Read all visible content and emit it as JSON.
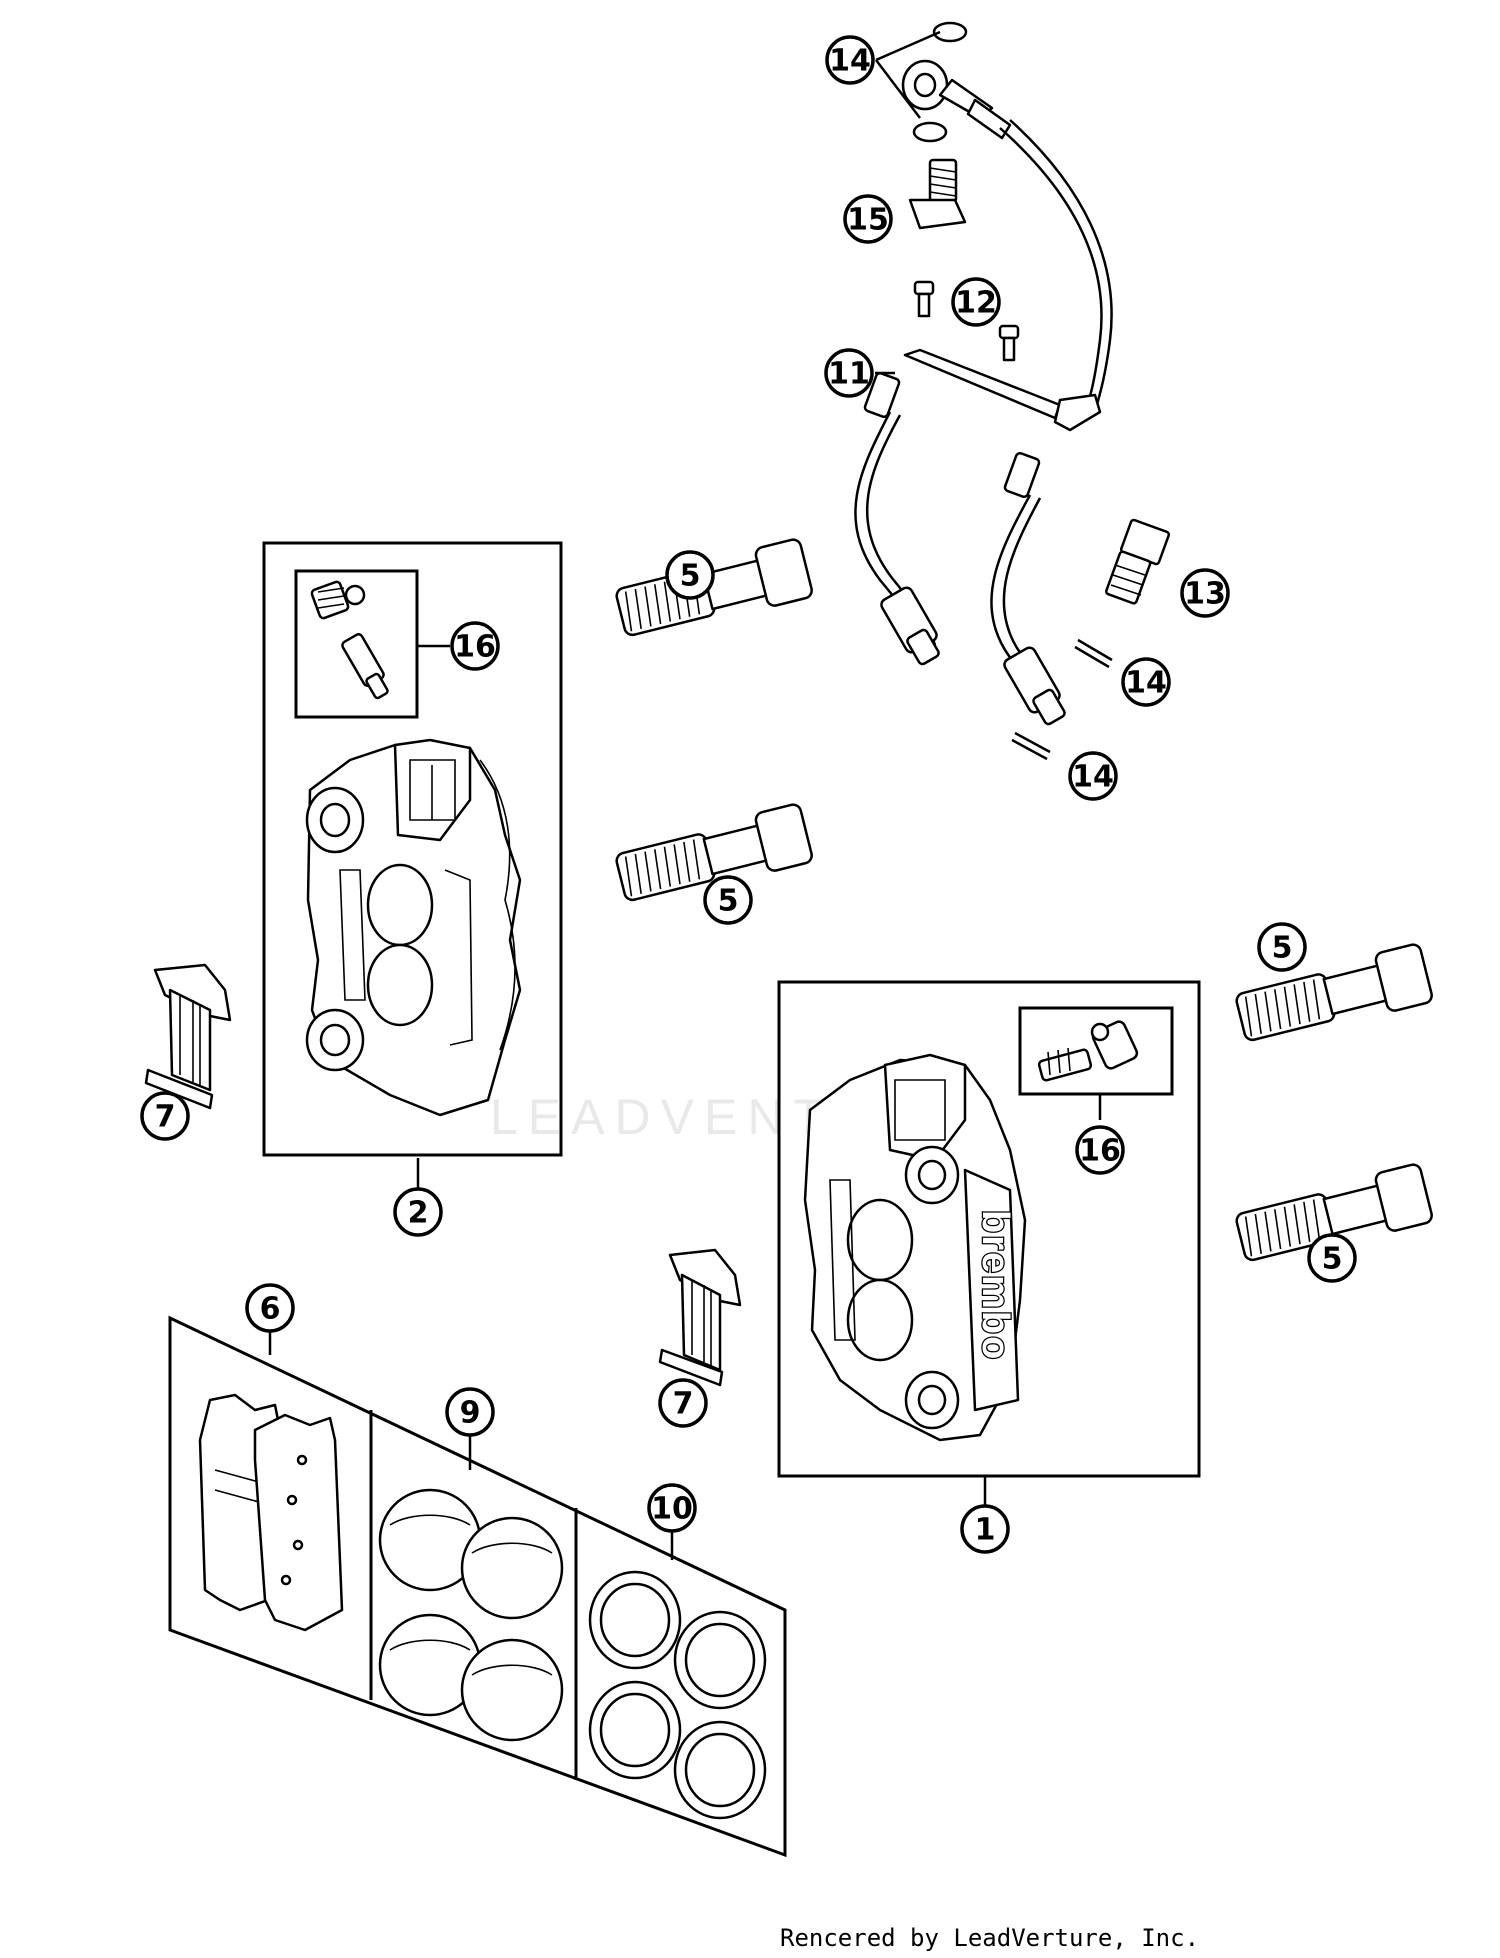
{
  "diagram": {
    "callouts": {
      "c14a": "14",
      "c15": "15",
      "c12": "12",
      "c11": "11",
      "c13": "13",
      "c14b": "14",
      "c14c": "14",
      "c16a": "16",
      "c5a": "5",
      "c5b": "5",
      "c5c": "5",
      "c5d": "5",
      "c16b": "16",
      "c7a": "7",
      "c2": "2",
      "c6": "6",
      "c9": "9",
      "c10": "10",
      "c7b": "7",
      "c1": "1"
    },
    "caliper_brand": "brembo",
    "watermark": "LEADVENTURE"
  },
  "footer": "Rencered by LeadVerture, Inc."
}
